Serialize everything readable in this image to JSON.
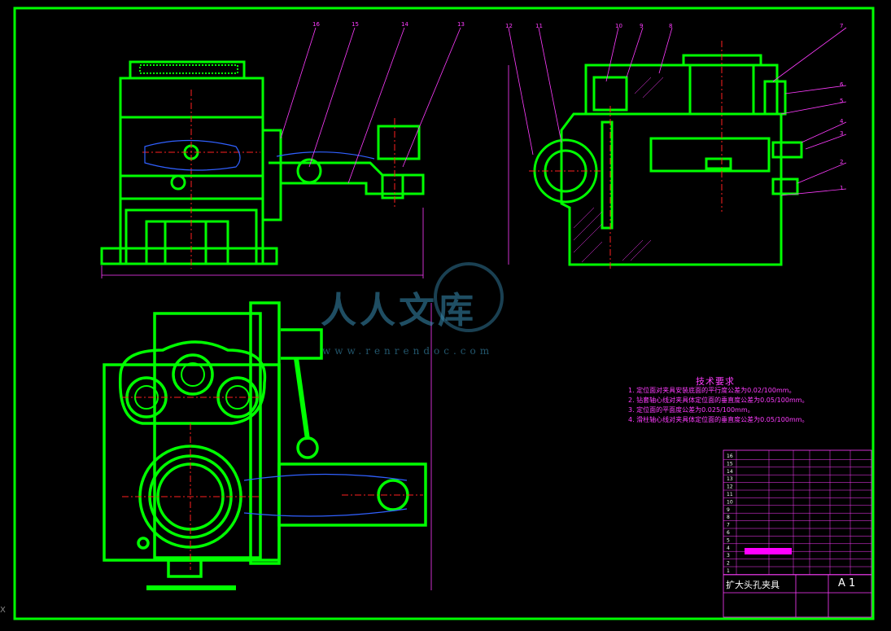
{
  "drawing": {
    "title": "扩大头孔夹具",
    "scale_label": "A 1",
    "tech_requirements": {
      "heading": "技术要求",
      "items": [
        "1. 定位面对夹具安装底面的平行度公差为0.02/100mm。",
        "2. 钻套轴心线对夹具体定位面的垂直度公差为0.05/100mm。",
        "3. 定位面的平面度公差为0.025/100mm。",
        "4. 滑柱轴心线对夹具体定位面的垂直度公差为0.05/100mm。"
      ]
    },
    "balloons_front": [
      "16",
      "15",
      "14",
      "13"
    ],
    "balloons_side": [
      "12",
      "11",
      "10",
      "9",
      "8",
      "7",
      "6",
      "5",
      "4",
      "3",
      "2",
      "1"
    ],
    "watermark": {
      "text": "人人文库",
      "url": "www.renrendoc.com"
    },
    "bom_numbers": [
      "16",
      "15",
      "14",
      "13",
      "12",
      "11",
      "10",
      "9",
      "8",
      "7",
      "6",
      "5",
      "4",
      "3",
      "2",
      "1"
    ],
    "corner_mark": "X"
  },
  "colors": {
    "outline": "#00ff00",
    "leader": "#ff3cff",
    "center": "#ff2020",
    "hidden": "#3060ff"
  }
}
